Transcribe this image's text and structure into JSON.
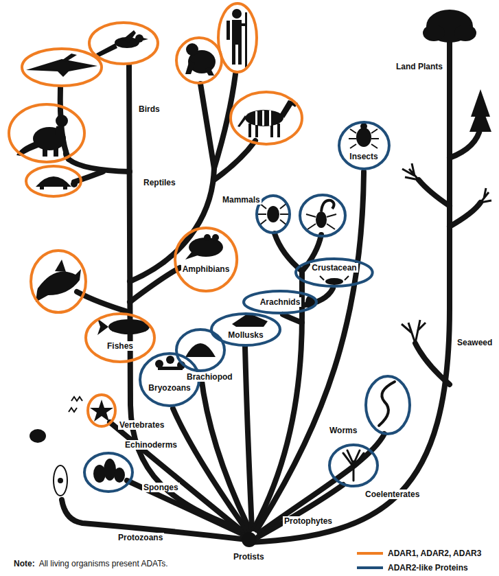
{
  "diagram": {
    "nodes": [
      {
        "text": [
          "Insects"
        ]
      },
      {
        "text": [
          "Crustacean"
        ]
      },
      {
        "text": [
          "Arachnids"
        ]
      },
      {
        "text": [
          "Mollusks"
        ]
      },
      {
        "text": [
          "Bryozoans"
        ]
      },
      {
        "text": [
          "Fishes"
        ]
      },
      {
        "text": [
          "Amphibians"
        ]
      }
    ],
    "labels": [
      "Birds",
      "Reptiles",
      "Mammals",
      "Land Plants",
      "Seaweed",
      "Brachiopod",
      "Vertebrates",
      "Echinoderms",
      "Worms",
      "Sponges",
      "Coelenterates",
      "Protophytes",
      "Protozoans",
      "Protists",
      "Note:",
      "All living organisms present ADATs."
    ],
    "legend": [
      {
        "text": "ADAR1, ADAR2, ADAR3",
        "color": "#f07d22"
      },
      {
        "text": "ADAR2-like Proteins",
        "color": "#1f4e79"
      }
    ]
  }
}
